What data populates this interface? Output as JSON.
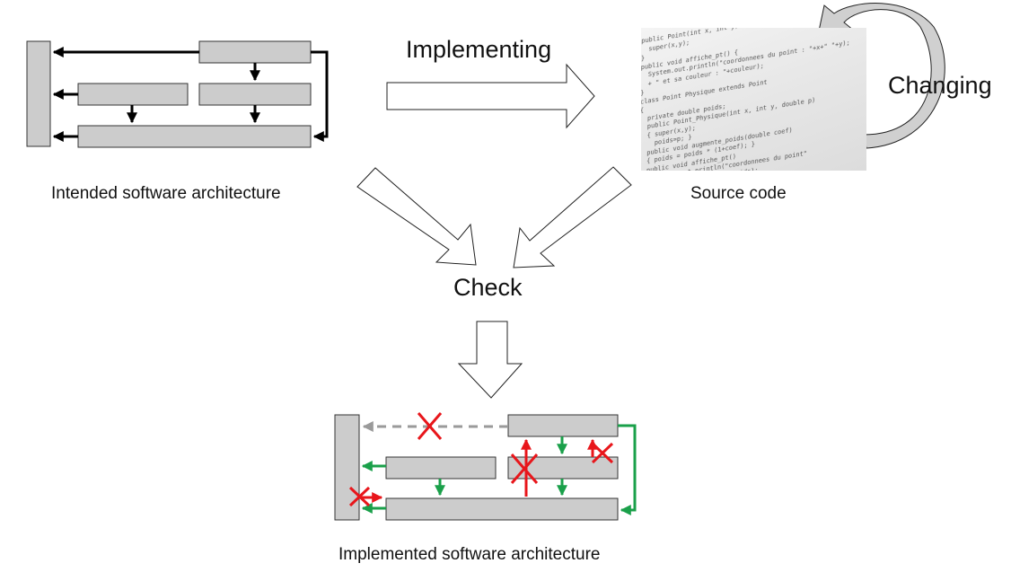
{
  "labels": {
    "intended": "Intended software architecture",
    "implementing": "Implementing",
    "source_code": "Source code",
    "changing": "Changing",
    "check": "Check",
    "implemented": "Implemented software architecture"
  },
  "source_code_lines": [
    "public Point(int x, int y) {",
    "  super(x,y);",
    "}",
    "public void affiche_pt() {",
    "  System.out.println(\"coordonnees du point : \"+x+\" \"+y);",
    "  + \" et sa couleur : \"+couleur);",
    "}",
    "class Point Physique extends Point",
    "{",
    "  private double poids;",
    "  public Point_Physique(int x, int y, double p)",
    "  { super(x,y);",
    "    poids=p; }",
    "  public void augmente_poids(double coef)",
    "  { poids = poids * (1+coef); }",
    "  public void affiche_pt()",
    "  { System.out.println(\"coordonnees du point\"",
    "    + \" et son poids : \"+poids);",
    "  }",
    "}"
  ],
  "colors": {
    "box_fill": "#cccccc",
    "intended_arrow": "#000000",
    "conforming": "#1aa04a",
    "violation": "#e8161b",
    "absence": "#9a9a9a"
  }
}
